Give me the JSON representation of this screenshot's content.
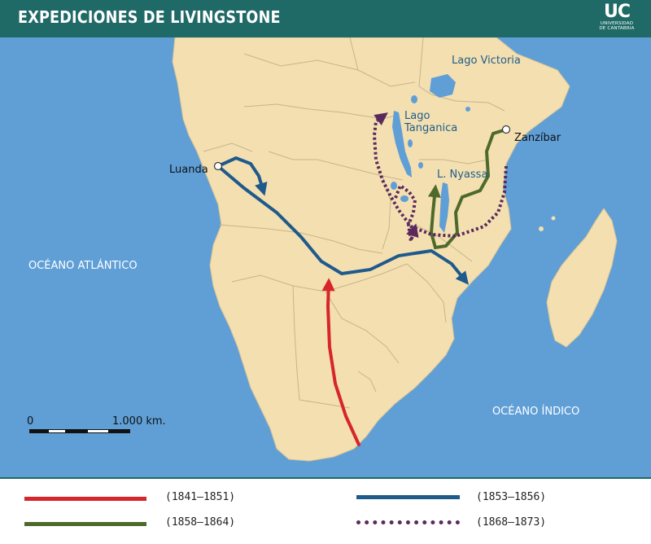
{
  "header": {
    "title": "EXPEDICIONES DE LIVINGSTONE",
    "logo_mark": "UC",
    "logo_subtitle_line1": "UNIVERSIDAD",
    "logo_subtitle_line2": "DE CANTABRIA"
  },
  "map": {
    "labels": {
      "lago_victoria": "Lago Victoria",
      "lago_tanganica_line1": "Lago",
      "lago_tanganica_line2": "Tanganica",
      "l_nyassa": "L. Nyassa",
      "zanzibar": "Zanzíbar",
      "luanda": "Luanda",
      "oceano_atlantico": "OCÉANO ATLÁNTICO",
      "oceano_indico": "OCÉANO ÍNDICO"
    },
    "scale": {
      "start": "0",
      "end": "1.000 km."
    },
    "colors": {
      "ocean": "#5f9fd6",
      "land": "#f4dfb1",
      "border": "#c8b48a",
      "lake": "#5f9fd6",
      "ocean_text": "#ffffff",
      "lake_text": "#1d5e8a",
      "city_text": "#111111"
    }
  },
  "legend": {
    "items": [
      {
        "label": "(1841–1851)",
        "color": "#d6262b",
        "style": "solid"
      },
      {
        "label": "(1853–1856)",
        "color": "#1f5a8c",
        "style": "solid"
      },
      {
        "label": "(1858–1864)",
        "color": "#4d6a2c",
        "style": "solid"
      },
      {
        "label": "(1868–1873)",
        "color": "#5a2a5c",
        "style": "dotted"
      }
    ]
  }
}
